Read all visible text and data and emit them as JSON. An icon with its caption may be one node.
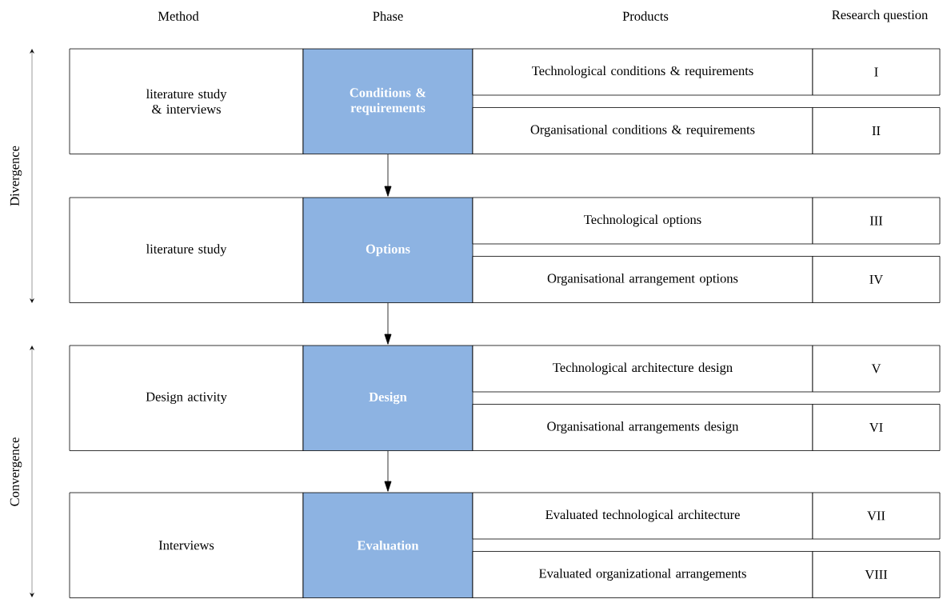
{
  "diagram": {
    "nodes": [
      {
        "text": [
          "literature study & interviews"
        ]
      },
      {
        "text": [
          "Conditions & requirements"
        ]
      },
      {
        "text": [
          "Technological conditions & requirements"
        ]
      },
      {
        "text": [
          "I"
        ]
      },
      {
        "text": [
          "Organisational conditions & requirements"
        ]
      },
      {
        "text": [
          "II"
        ]
      },
      {
        "text": [
          "literature study"
        ]
      },
      {
        "text": [
          "Options"
        ]
      },
      {
        "text": [
          "Technological options"
        ]
      },
      {
        "text": [
          "III"
        ]
      },
      {
        "text": [
          "Organisational arrangement options"
        ]
      },
      {
        "text": [
          "IV"
        ]
      },
      {
        "text": [
          "Design activity"
        ]
      },
      {
        "text": [
          "Design"
        ]
      },
      {
        "text": [
          "Technological architecture design"
        ]
      },
      {
        "text": [
          "V"
        ]
      },
      {
        "text": [
          "Organisational arrangements design"
        ]
      },
      {
        "text": [
          "VI"
        ]
      },
      {
        "text": [
          "Interviews"
        ]
      },
      {
        "text": [
          "Evaluation"
        ]
      },
      {
        "text": [
          "Evaluated technological architecture"
        ]
      },
      {
        "text": [
          "VII"
        ]
      },
      {
        "text": [
          "Evaluated organizational arrangements"
        ]
      },
      {
        "text": [
          "VIII"
        ]
      }
    ],
    "edges": [
      {
        "from": 1,
        "to": 7,
        "arrow": "to"
      },
      {
        "from": 7,
        "to": 13,
        "arrow": "to"
      },
      {
        "from": 13,
        "to": 19,
        "arrow": "to"
      }
    ],
    "labels": [
      "Method",
      "Phase",
      "Products",
      "Research question",
      "Divergence",
      "Convergence"
    ]
  }
}
